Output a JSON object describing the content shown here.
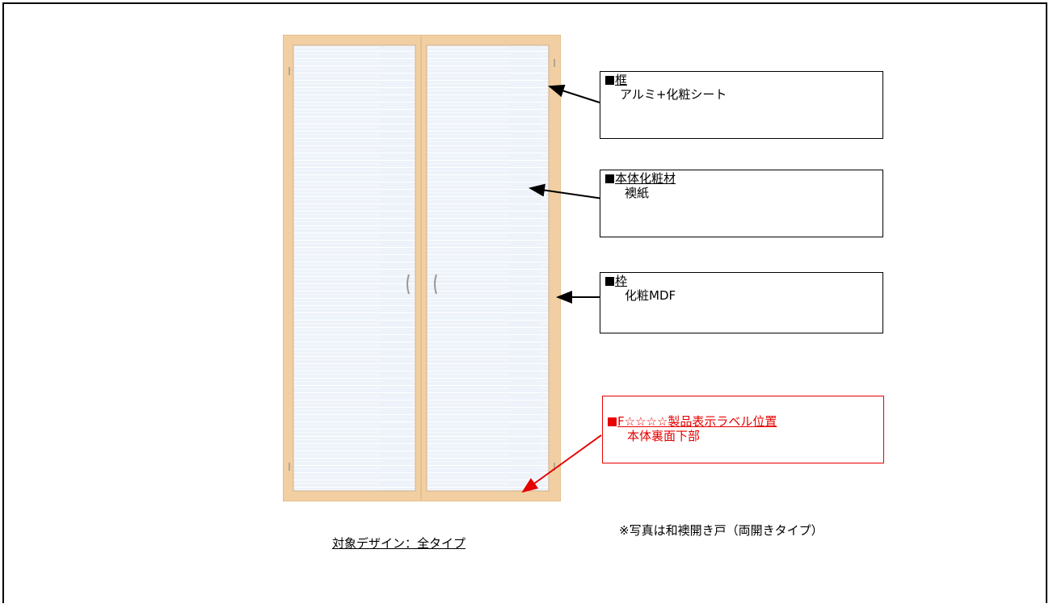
{
  "callouts": {
    "frame": {
      "title": "框",
      "body": "アルミ+化粧シート"
    },
    "panel": {
      "title": "本体化粧材",
      "body": "襖紙"
    },
    "casing": {
      "title": "枠",
      "body": "化粧MDF"
    },
    "label": {
      "title": "F☆☆☆☆製品表示ラベル位置",
      "body": "本体裏面下部"
    }
  },
  "captions": {
    "target_design": "対象デザイン：全タイプ",
    "photo_note": "※写真は和襖開き戸（両開きタイプ）"
  },
  "colors": {
    "frame_wood": "#f1cfa2",
    "panel": "#eef3fa",
    "annotation_red": "#e60000"
  }
}
